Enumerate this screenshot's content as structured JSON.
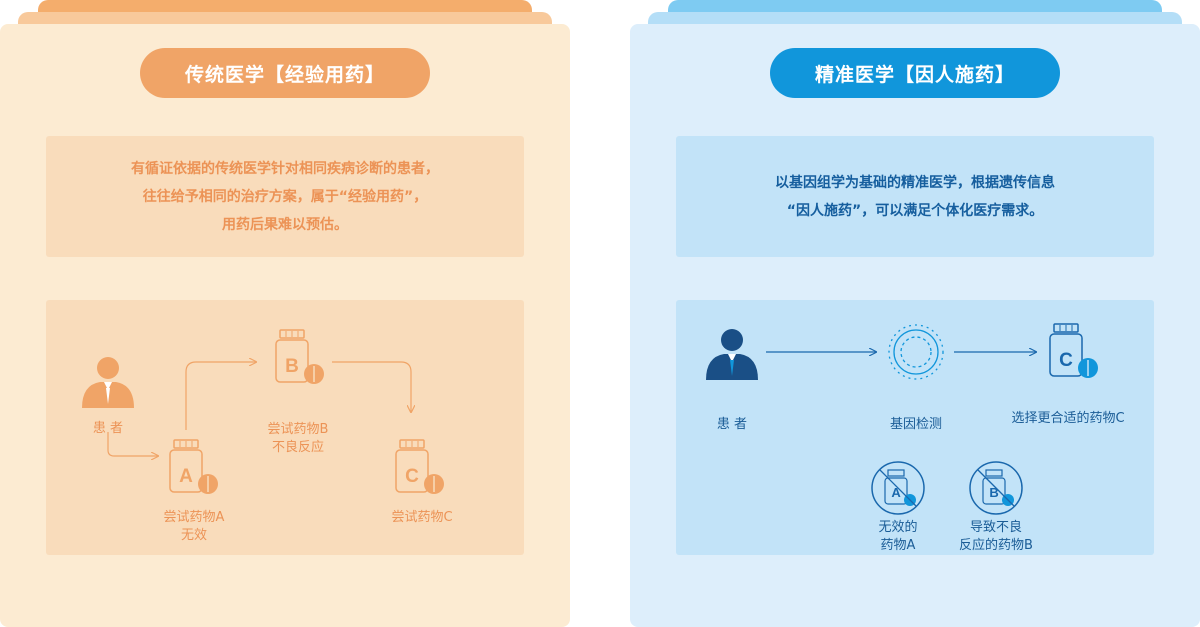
{
  "traditional": {
    "title": "传统医学【经验用药】",
    "desc_lines": [
      "有循证依据的传统医学针对相同疾病诊断的患者，",
      "往往给予相同的治疗方案，属于“经验用药”，",
      "用药后果难以预估。"
    ],
    "patient_label": "患 者",
    "drug_a_label": [
      "尝试药物A",
      "无效"
    ],
    "drug_b_label": [
      "尝试药物B",
      "不良反应"
    ],
    "drug_c_label": "尝试药物C",
    "drug_letters": [
      "A",
      "B",
      "C"
    ]
  },
  "precision": {
    "title": "精准医学【因人施药】",
    "desc_lines": [
      "以基因组学为基础的精准医学，根据遗传信息",
      "“因人施药”，可以满足个体化医疗需求。"
    ],
    "patient_label": "患 者",
    "gene_label": "基因检测",
    "choose_label": "选择更合适的药物C",
    "bad_a_label": [
      "无效的",
      "药物A"
    ],
    "bad_b_label": [
      "导致不良",
      "反应的药物B"
    ],
    "drug_letters": [
      "A",
      "B",
      "C"
    ]
  },
  "colors": {
    "orange_accent": "#f0a467",
    "orange_text": "#ec9356",
    "blue_accent": "#1196db",
    "blue_text": "#1a5c96"
  }
}
